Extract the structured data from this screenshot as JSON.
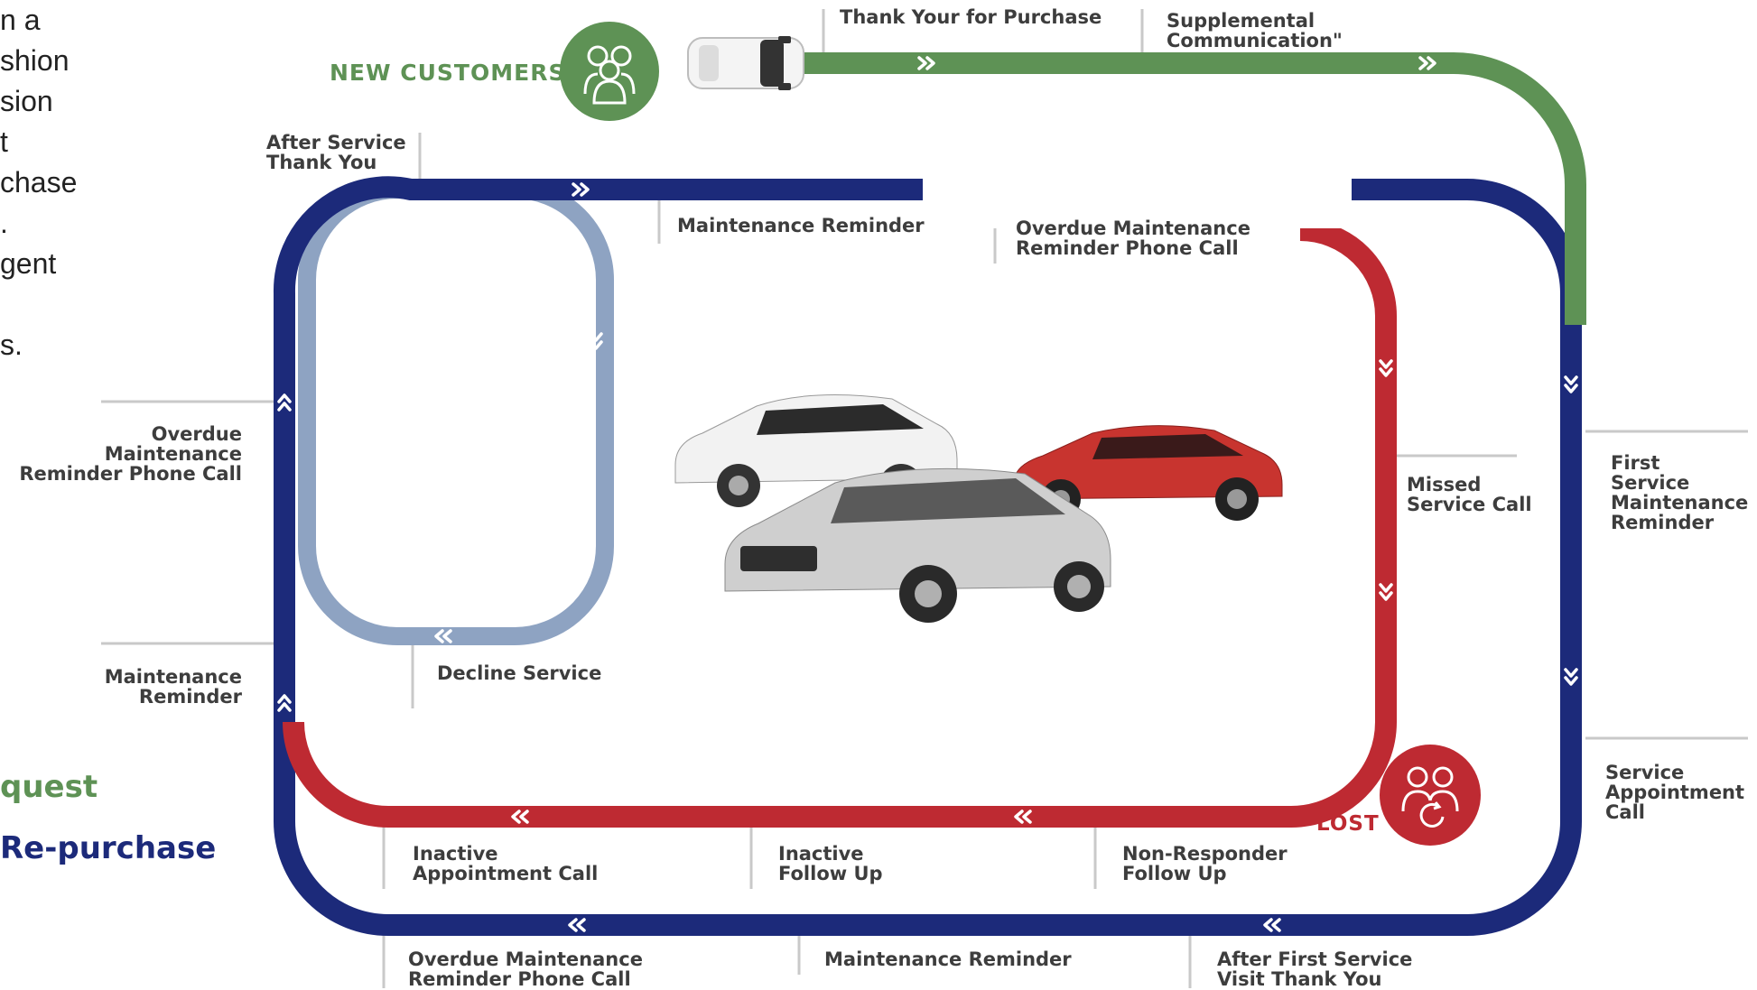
{
  "colors": {
    "green": "#5e9255",
    "navy": "#1c2a7a",
    "red": "#be2a32",
    "light": "#8ea3c2",
    "divider": "#c9c9c9",
    "text": "#3d3d3d"
  },
  "left_text_fragment": "n a\nshion\nsion\nt\nchase\n.\ngent\n\ns.",
  "legend": {
    "green_partial": "quest",
    "navy_partial": "Re-purchase"
  },
  "new_customers": {
    "label": "NEW CUSTOMERS",
    "icon": "group-of-people-icon"
  },
  "lost": {
    "label": "LOST",
    "icon": "group-of-people-return-icon"
  },
  "car_top_view_icon": "car-top-view-icon",
  "labels": {
    "thank_you_purchase": "Thank Your for Purchase",
    "supplemental": "Supplemental\nCommunication\"",
    "after_service_thank_you": "After Service\nThank You",
    "maintenance_reminder_top": "Maintenance Reminder",
    "overdue_phone_top": "Overdue Maintenance\nReminder Phone Call",
    "overdue_phone_left": "Overdue Maintenance\nReminder Phone Call",
    "maintenance_reminder_left": "Maintenance\nReminder",
    "decline_service": "Decline Service",
    "missed_service_call": "Missed\nService Call",
    "first_service_reminder": "First\nService\nMaintenance\nReminder",
    "service_appointment_call": "Service\nAppointment\nCall",
    "inactive_appointment_call": "Inactive\nAppointment Call",
    "inactive_follow_up": "Inactive\nFollow Up",
    "non_responder": "Non-Responder\nFollow Up",
    "overdue_phone_bottom": "Overdue Maintenance\nReminder Phone Call",
    "maintenance_reminder_bottom": "Maintenance Reminder",
    "after_first_service": "After First Service\nVisit Thank You"
  },
  "cars": [
    {
      "name": "white-compact-suv",
      "body": "#f2f2f2",
      "roof": "#2b2b2b"
    },
    {
      "name": "red-sedan",
      "body": "#c8342f",
      "roof": "#c8342f"
    },
    {
      "name": "silver-large-suv",
      "body": "#cfcfcf",
      "roof": "#bdbdbd"
    }
  ]
}
